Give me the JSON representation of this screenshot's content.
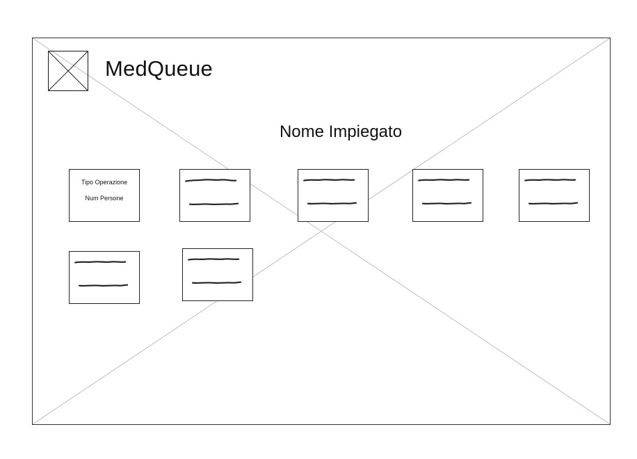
{
  "app": {
    "title": "MedQueue",
    "logo_icon": "image-placeholder-icon"
  },
  "page": {
    "title": "Nome Impiegato"
  },
  "cards": [
    {
      "line1": "Tipo Operazione",
      "line2": "Num Persone",
      "placeholder": false
    },
    {
      "line1": "",
      "line2": "",
      "placeholder": true
    },
    {
      "line1": "",
      "line2": "",
      "placeholder": true
    },
    {
      "line1": "",
      "line2": "",
      "placeholder": true
    },
    {
      "line1": "",
      "line2": "",
      "placeholder": true
    },
    {
      "line1": "",
      "line2": "",
      "placeholder": true
    },
    {
      "line1": "",
      "line2": "",
      "placeholder": true
    }
  ],
  "colors": {
    "line": "#222222",
    "frame_cross": "#bbbbbb"
  }
}
